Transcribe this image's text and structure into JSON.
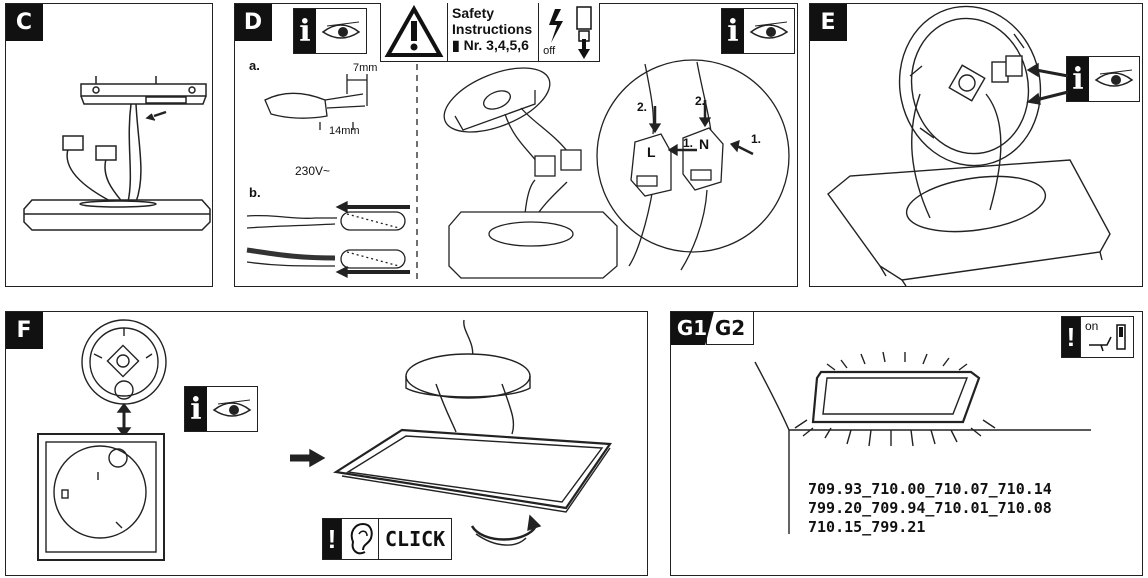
{
  "panels": {
    "c": {
      "label": "C"
    },
    "d": {
      "label": "D",
      "step_a": "a.",
      "step_b": "b.",
      "strip_short": "7mm",
      "strip_long": "14mm",
      "voltage": "230V~",
      "live_label": "L",
      "neutral_label": "N",
      "arrow_step_1": "1.",
      "arrow_step_2": "2."
    },
    "e": {
      "label": "E"
    },
    "f": {
      "label": "F",
      "click_label": "CLICK"
    },
    "g": {
      "label_1": "G1",
      "label_2": "G2",
      "on_label": "on",
      "codes": [
        "709.93_710.00_710.07_710.14",
        "799.20_709.94_710.01_710.08",
        "710.15_799.21"
      ]
    }
  },
  "safety": {
    "line1": "Safety",
    "line2": "Instructions",
    "line3": "Nr. 3,4,5,6",
    "off_label": "off"
  },
  "info_icon": {
    "letter": "i",
    "icon": "eye-icon"
  },
  "warning_icon": {
    "letter": "!"
  }
}
